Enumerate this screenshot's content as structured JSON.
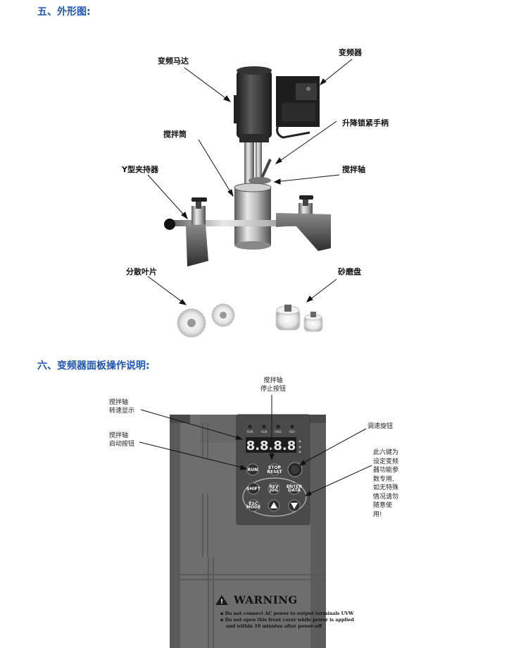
{
  "section5": {
    "title": "五、外形图:",
    "labels": {
      "motor": "变频马达",
      "inverter": "变频器",
      "lock_handle": "升降锁紧手柄",
      "stir_cylinder": "搅拌筒",
      "y_clamp": "Y型夹持器",
      "stir_shaft": "搅拌轴",
      "dispersion_blade": "分散叶片",
      "grinding_disc": "砂磨盘"
    }
  },
  "section6": {
    "title": "六、变频器面板操作说明:",
    "callouts": {
      "stop_button": [
        "搅拌轴",
        "停止按钮"
      ],
      "speed_display": [
        "搅拌轴",
        "转速显示"
      ],
      "start_button": [
        "搅拌轴",
        "启动按钮"
      ],
      "speed_knob": "调速旋钮",
      "six_keys": [
        "此六键为",
        "设定变频",
        "器功能参",
        "数专用,",
        "如无特殊",
        "情况请勿",
        "随意使",
        "用!"
      ]
    },
    "panel": {
      "display": "8.8.8.8",
      "indicators": [
        "RUN",
        "ALM",
        "FWD",
        "REV"
      ],
      "keys": {
        "run": "RUN",
        "stop": "STOP",
        "reset": "RESET",
        "shift": "SHIFT",
        "rev": "REV",
        "jog": "JOG",
        "enter": "ENTER",
        "data": "DATA",
        "esc": "ESC",
        "mode": "MODE"
      },
      "warning": {
        "title": "WARNING",
        "lines": [
          "Do not connect AC power to output terminals UVW",
          "Do not open this front cover while power is applied",
          "and within 10 minutes after power-off"
        ]
      }
    }
  }
}
